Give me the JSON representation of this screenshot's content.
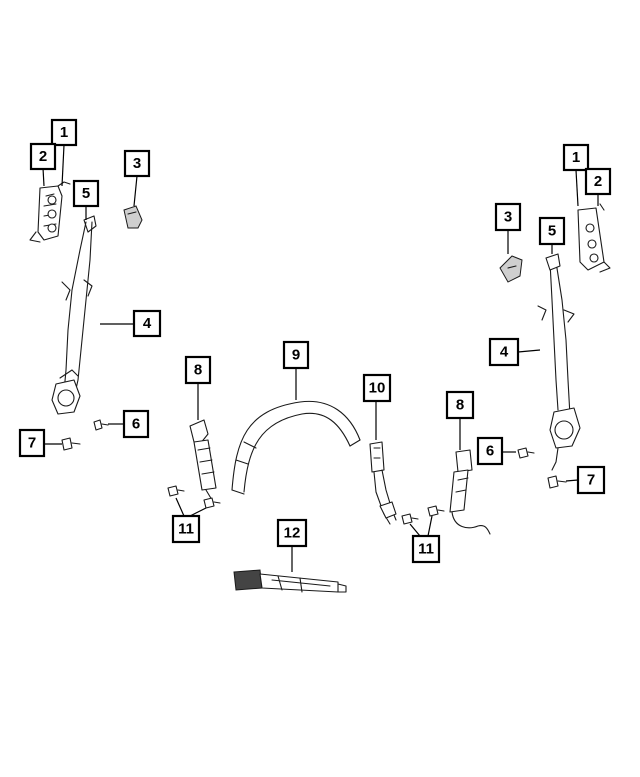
{
  "callouts": {
    "c1_left": "1",
    "c2_left": "2",
    "c3_left": "3",
    "c5_left": "5",
    "c4_left": "4",
    "c8_left": "8",
    "c9": "9",
    "c10": "10",
    "c8_right": "8",
    "c6_left": "6",
    "c7_left": "7",
    "c11_left": "11",
    "c12": "12",
    "c11_right": "11",
    "c1_right": "1",
    "c2_right": "2",
    "c3_right": "3",
    "c5_right": "5",
    "c4_right": "4",
    "c6_right": "6",
    "c7_right": "7"
  }
}
